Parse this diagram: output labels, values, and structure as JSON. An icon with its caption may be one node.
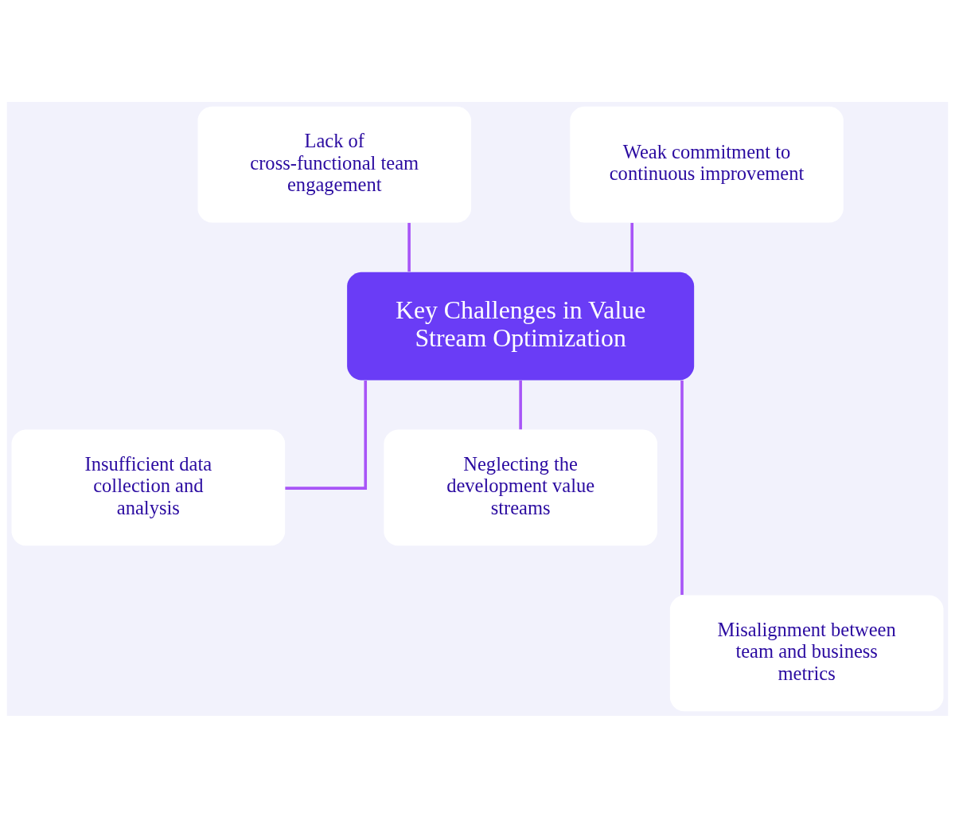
{
  "diagram": {
    "nodes": [
      {
        "text": [
          "Key Challenges in Value Stream Optimization"
        ]
      },
      {
        "text": [
          "Lack of cross-functional team engagement"
        ]
      },
      {
        "text": [
          "Weak commitment to continuous improvement"
        ]
      },
      {
        "text": [
          "Insufficient data collection and analysis"
        ]
      },
      {
        "text": [
          "Neglecting the development value streams"
        ]
      },
      {
        "text": [
          "Misalignment between team and business metrics"
        ]
      }
    ],
    "edges": [
      {
        "from": 1,
        "to": 0,
        "arrow": "none"
      },
      {
        "from": 2,
        "to": 0,
        "arrow": "none"
      },
      {
        "from": 0,
        "to": 3,
        "arrow": "none"
      },
      {
        "from": 0,
        "to": 4,
        "arrow": "none"
      },
      {
        "from": 0,
        "to": 5,
        "arrow": "none"
      }
    ]
  }
}
